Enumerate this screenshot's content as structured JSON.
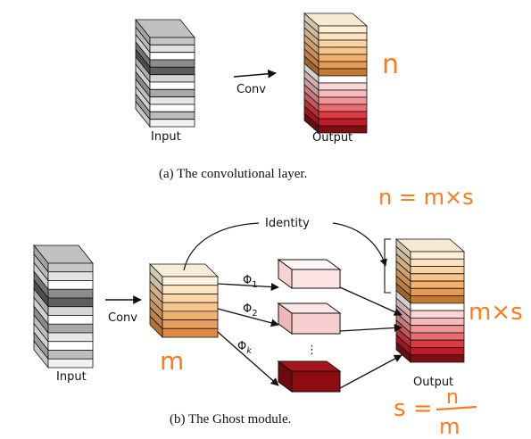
{
  "panel_a": {
    "input_label": "Input",
    "conv_label": "Conv",
    "output_label": "Output",
    "caption": "(a)  The convolutional layer.",
    "annotation_n": "n"
  },
  "panel_b": {
    "input_label": "Input",
    "conv_label": "Conv",
    "identity_label": "Identity",
    "output_label": "Output",
    "phi_1": "Φ",
    "phi_1_sub": "1",
    "phi_2": "Φ",
    "phi_2_sub": "2",
    "phi_k": "Φ",
    "phi_k_sub": "k",
    "ellipsis": "⋮",
    "caption": "(b)  The Ghost module.",
    "annotation_n_eq": "n = m×s",
    "annotation_m": "m",
    "annotation_mxs": "m×s",
    "annotation_s": "s =",
    "annotation_frac_num": "n",
    "annotation_frac_den": "m"
  },
  "colors": {
    "annotation": "#ff7a1a",
    "input_gray_stack": [
      "#c7c7c7",
      "#e2e2e2",
      "#ffffff",
      "#8c8c8c",
      "#5e5e5e",
      "#d6d6d6",
      "#ffffff",
      "#a9a9a9",
      "#e8e8e8",
      "#ffffff",
      "#bdbdbd",
      "#f2f2f2"
    ],
    "output_stack": [
      "#fff0d8",
      "#fde3bf",
      "#fbd4a4",
      "#f9c58a",
      "#f4b06d",
      "#e89a50",
      "#c27a32",
      "#ffffff",
      "#fbd6d6",
      "#f7b9bb",
      "#f19597",
      "#ea6d72",
      "#dd3b44",
      "#c21a26",
      "#7d0f14"
    ],
    "m_stack": [
      "#fff3de",
      "#fde6c4",
      "#fbd7a9",
      "#f7c48b",
      "#f1b070",
      "#e99f5b",
      "#de8a42"
    ],
    "ghost_1": "#fde4e4",
    "ghost_2": "#f8cfd0",
    "ghost_k": "#8c0c12"
  }
}
